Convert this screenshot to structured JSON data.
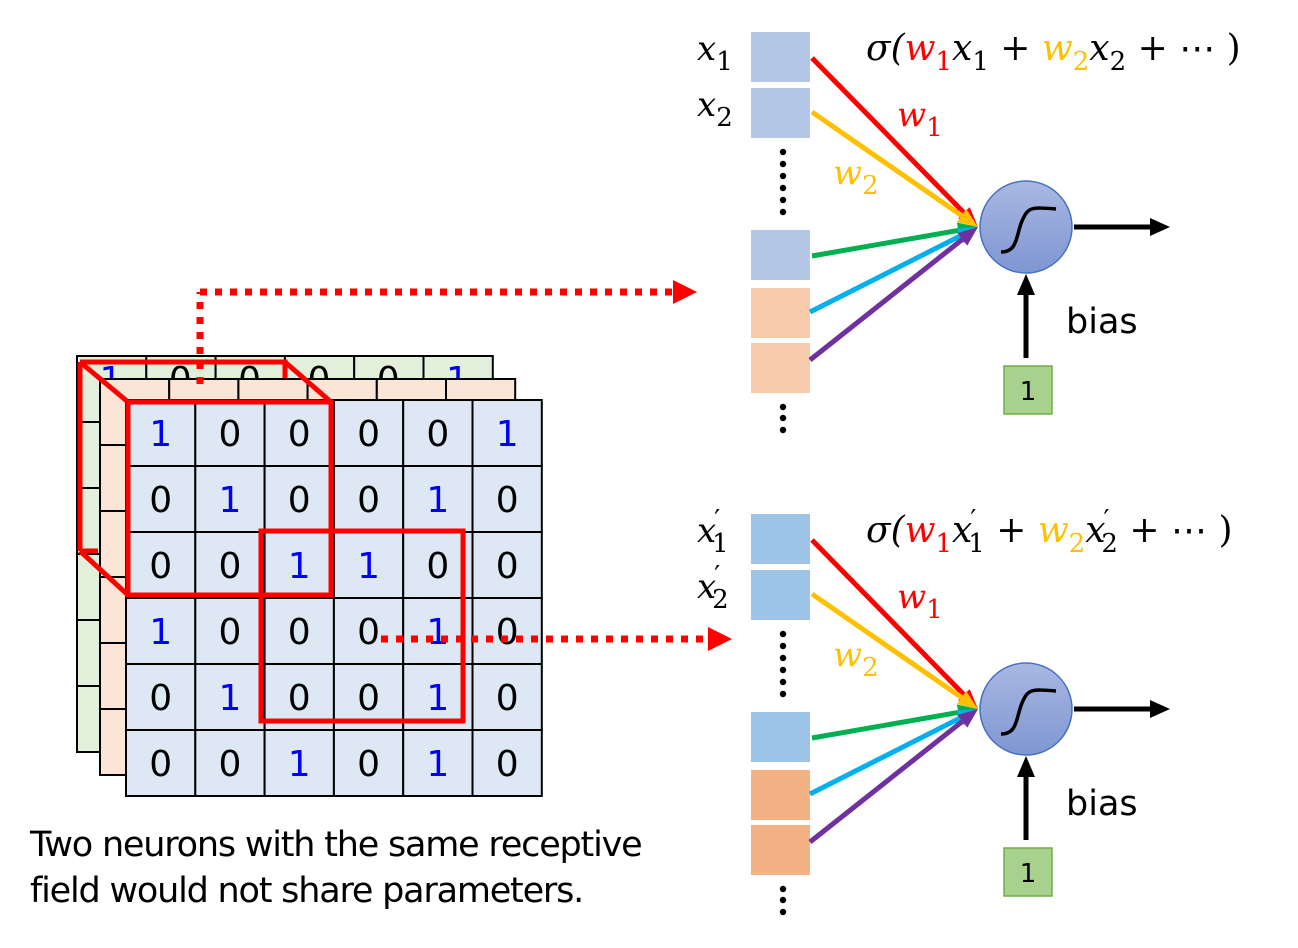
{
  "colors": {
    "red": "#ff0000",
    "yellow": "#ffc000",
    "green": "#00b050",
    "cyan": "#00b0f0",
    "purple": "#7030a0",
    "one_blue": "#0000ff",
    "grid_blue": "#dde8f4",
    "grid_orange": "#fbe5d6",
    "grid_green": "#e2efda",
    "neuron_fill": "#8fa4d8",
    "bias_fill": "#a9d18e",
    "box_blue_top": "#b4c7e7",
    "box_orange_top": "#f8cbad",
    "box_blue_bottom": "#9dc3e6",
    "box_orange_bottom": "#f4b183"
  },
  "image_grid": [
    [
      1,
      0,
      0,
      0,
      0,
      1
    ],
    [
      0,
      1,
      0,
      0,
      1,
      0
    ],
    [
      0,
      0,
      1,
      1,
      0,
      0
    ],
    [
      1,
      0,
      0,
      0,
      1,
      0
    ],
    [
      0,
      1,
      0,
      0,
      1,
      0
    ],
    [
      0,
      0,
      1,
      0,
      1,
      0
    ]
  ],
  "back_layer_top_row": [
    "1",
    "0",
    "0",
    "0",
    "0",
    "1"
  ],
  "neurons": [
    {
      "formula": {
        "sigma": "σ(",
        "w1": "w",
        "w1_sub": "1",
        "x1": "x",
        "x1_sub": "1",
        "plus1": " + ",
        "w2": "w",
        "w2_sub": "2",
        "x2": "x",
        "x2_sub": "2",
        "tail": " + ⋯ )",
        "prime": ""
      },
      "input_labels": [
        {
          "var": "x",
          "sub": "1",
          "prime": ""
        },
        {
          "var": "x",
          "sub": "2",
          "prime": ""
        }
      ],
      "weight_labels": [
        {
          "var": "w",
          "sub": "1"
        },
        {
          "var": "w",
          "sub": "2"
        }
      ],
      "bias_label": "bias",
      "bias_value": "1",
      "activation_icon": "sigmoid-icon"
    },
    {
      "formula": {
        "sigma": "σ(",
        "w1": "w",
        "w1_sub": "1",
        "x1": "x",
        "x1_sub": "1",
        "plus1": " + ",
        "w2": "w",
        "w2_sub": "2",
        "x2": "x",
        "x2_sub": "2",
        "tail": " + ⋯ )",
        "prime": "′"
      },
      "input_labels": [
        {
          "var": "x",
          "sub": "1",
          "prime": "′"
        },
        {
          "var": "x",
          "sub": "2",
          "prime": "′"
        }
      ],
      "weight_labels": [
        {
          "var": "w",
          "sub": "1"
        },
        {
          "var": "w",
          "sub": "2"
        }
      ],
      "bias_label": "bias",
      "bias_value": "1",
      "activation_icon": "sigmoid-icon"
    }
  ],
  "caption": {
    "line1": "Two neurons with the same receptive",
    "line2": "field would not share parameters."
  }
}
